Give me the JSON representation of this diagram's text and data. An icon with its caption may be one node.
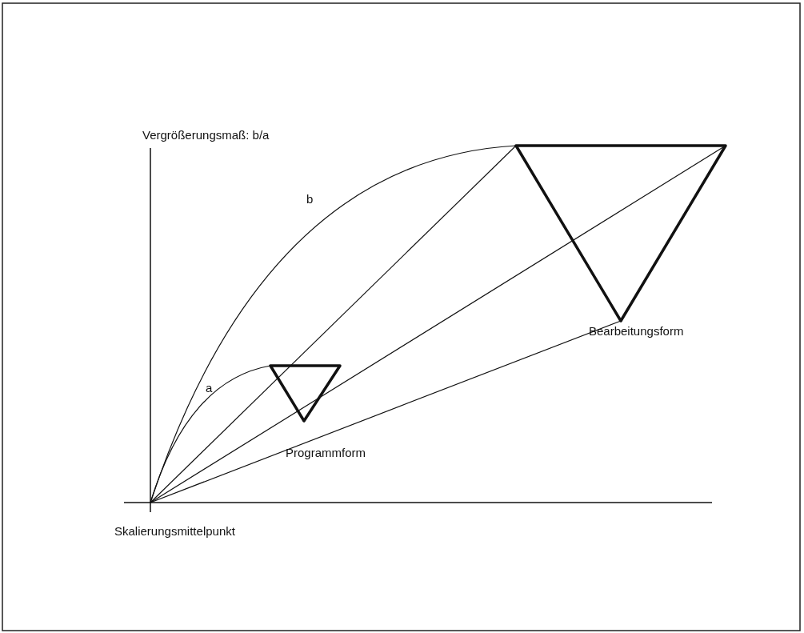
{
  "diagram": {
    "labels": [
      "Vergrößerungsmaß: b/a",
      "b",
      "a",
      "Programmform",
      "Bearbeitungsform",
      "Skalierungsmittelpunkt"
    ]
  }
}
